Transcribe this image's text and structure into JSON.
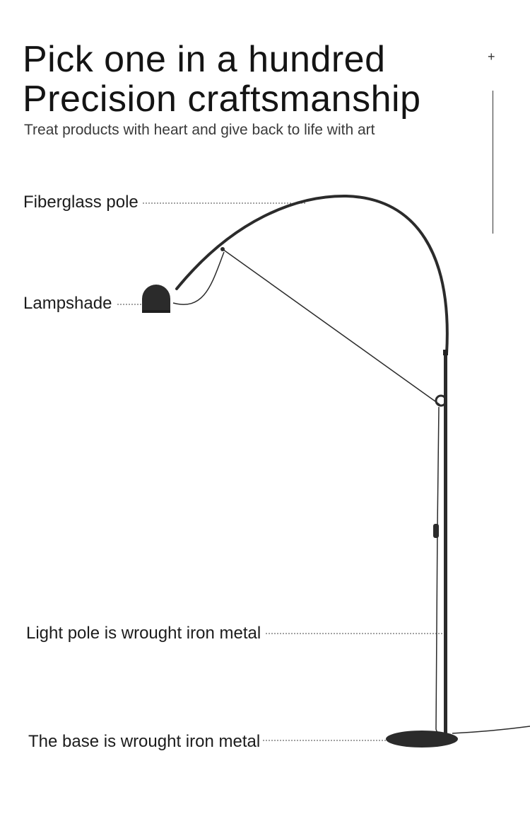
{
  "header": {
    "title_line1": "Pick one in a hundred",
    "title_line2": "Precision craftsmanship",
    "subtitle": "Treat products with heart and give back to life with art",
    "plus_icon": "+"
  },
  "labels": {
    "pole": "Fiberglass pole",
    "shade": "Lampshade",
    "light_pole": "Light pole is wrought iron metal",
    "base": "The base is wrought iron metal"
  },
  "colors": {
    "background": "#ffffff",
    "lamp": "#2b2b2b",
    "text": "#1a1a1a"
  }
}
